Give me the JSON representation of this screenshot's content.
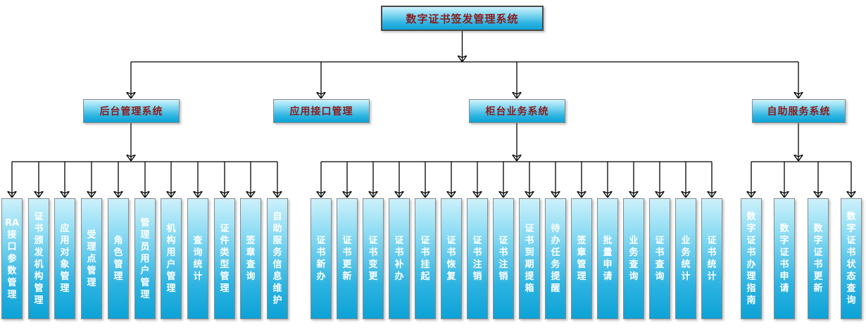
{
  "root": {
    "label": "数字证书签发管理系统"
  },
  "subsystems": [
    {
      "label": "后台管理系统",
      "children": [
        "RA接口参数管理",
        "证书颁发机构管理",
        "应用对象管理",
        "受理点管理",
        "角色管理",
        "管理员用户管理",
        "机构用户管理",
        "查询统计",
        "证件类型管理",
        "签章查询",
        "自助服务信息维护"
      ]
    },
    {
      "label": "应用接口管理",
      "children": []
    },
    {
      "label": "柜台业务系统",
      "children": [
        "证书新办",
        "证书更新",
        "证书变更",
        "证书补办",
        "证书挂起",
        "证书恢复",
        "证书注销",
        "证书注销",
        "证书到期提箱",
        "待办任务提醒",
        "签章管理",
        "批量申请",
        "业务查询",
        "证书查询",
        "业务统计",
        "证书统计"
      ]
    },
    {
      "label": "自助服务系统",
      "children": [
        "数字证书办理指南",
        "数字证书申请",
        "数字证书更新",
        "数字证书状态查询"
      ]
    }
  ],
  "colors": {
    "box_gradient_top": "#cdf1fb",
    "box_gradient_bottom": "#0da2d6",
    "box_border": "#8a8a8a",
    "heading_text": "#8b1b1b",
    "module_text": "#ffffff",
    "connector_line": "#000000",
    "background": "#ffffff"
  }
}
